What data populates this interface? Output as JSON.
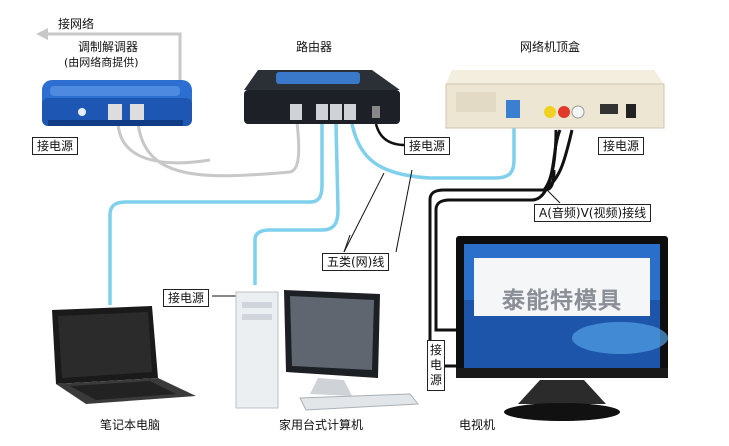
{
  "labels": {
    "internet": "接网络",
    "modem_name": "调制解调器",
    "modem_sub": "(由网络商提供)",
    "router": "路由器",
    "stb": "网络机顶盒",
    "power_modem": "接电源",
    "power_router": "接电源",
    "power_stb": "接电源",
    "av_cable": "A(音频)V(视频)接线",
    "cat5": "五类(网)线",
    "power_pc": "接电源",
    "power_tv": [
      "接",
      "电",
      "源"
    ],
    "laptop": "笔记本电脑",
    "desktop": "家用台式计算机",
    "tv": "电视机"
  },
  "tv_screen_text": "泰能特模具",
  "colors": {
    "network_cable": "#7fd0ec",
    "power_cable": "#111111",
    "modem_blue": "#2d6fd1",
    "router_body": "#2b2f36",
    "stb_body": "#ede6d3",
    "tv_screen": "#2a6fc9"
  }
}
